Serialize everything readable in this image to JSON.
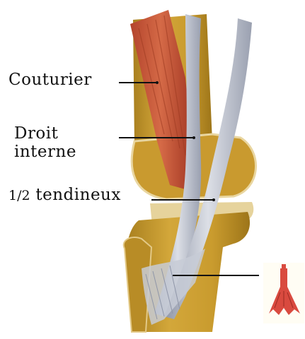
{
  "labels": {
    "couturier": "Couturier",
    "droit_line1": "Droit",
    "droit_line2": "interne",
    "semi_fraction": "1/2",
    "semi_word": "tendineux"
  },
  "colors": {
    "background": "#ffffff",
    "bone": "#c89a2f",
    "bone_edge": "#a27818",
    "muscle": "#c9553a",
    "tendon": "#c7cbd6",
    "tendon_shadow": "#9aa0b0",
    "pointer_line": "#111111",
    "pes_icon": "#d94a3f"
  },
  "icons": {
    "pes_anserinus": "goose-foot-icon"
  }
}
